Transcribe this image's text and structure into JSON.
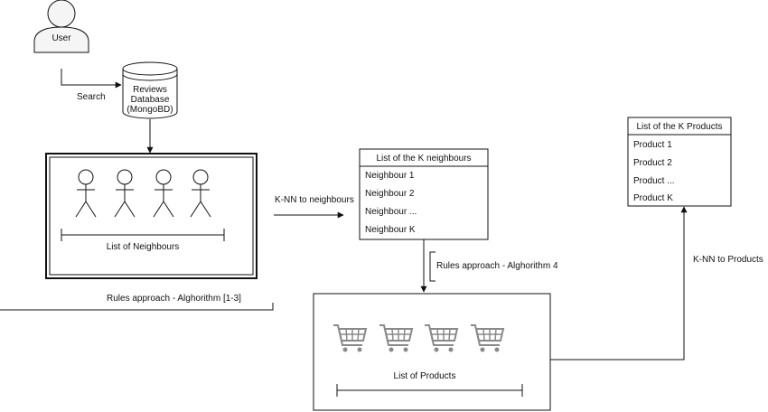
{
  "nodes": {
    "user": {
      "label": "User"
    },
    "database": {
      "label_lines": [
        "Reviews",
        "Database",
        "(MongoBD)"
      ]
    },
    "neighbours_group": {
      "caption": "List of Neighbours"
    },
    "k_neighbours": {
      "title": "List of the K neighbours",
      "items": [
        "Neighbour 1",
        "Neighbour 2",
        "Neighbour ...",
        "Neighbour K"
      ]
    },
    "products_group": {
      "caption": "List of Products"
    },
    "k_products": {
      "title": "List of the K Products",
      "items": [
        "Product 1",
        "Product 2",
        "Product ...",
        "Product K"
      ]
    }
  },
  "edges": {
    "search": "Search",
    "knn_neighbours": "K-NN to neighbours",
    "rules_alg4": "Rules approach - Alghorithm 4",
    "knn_products": "K-NN to Products",
    "rules_alg13": "Rules approach - Alghorithm [1-3]"
  },
  "icons": {
    "person": "stick-figure-icon",
    "cart": "shopping-cart-icon",
    "user": "user-avatar-icon",
    "database": "database-cylinder-icon"
  },
  "colors": {
    "stroke": "#111111",
    "fill_user": "#f5f5f5",
    "cart": "#8a8a8a"
  }
}
